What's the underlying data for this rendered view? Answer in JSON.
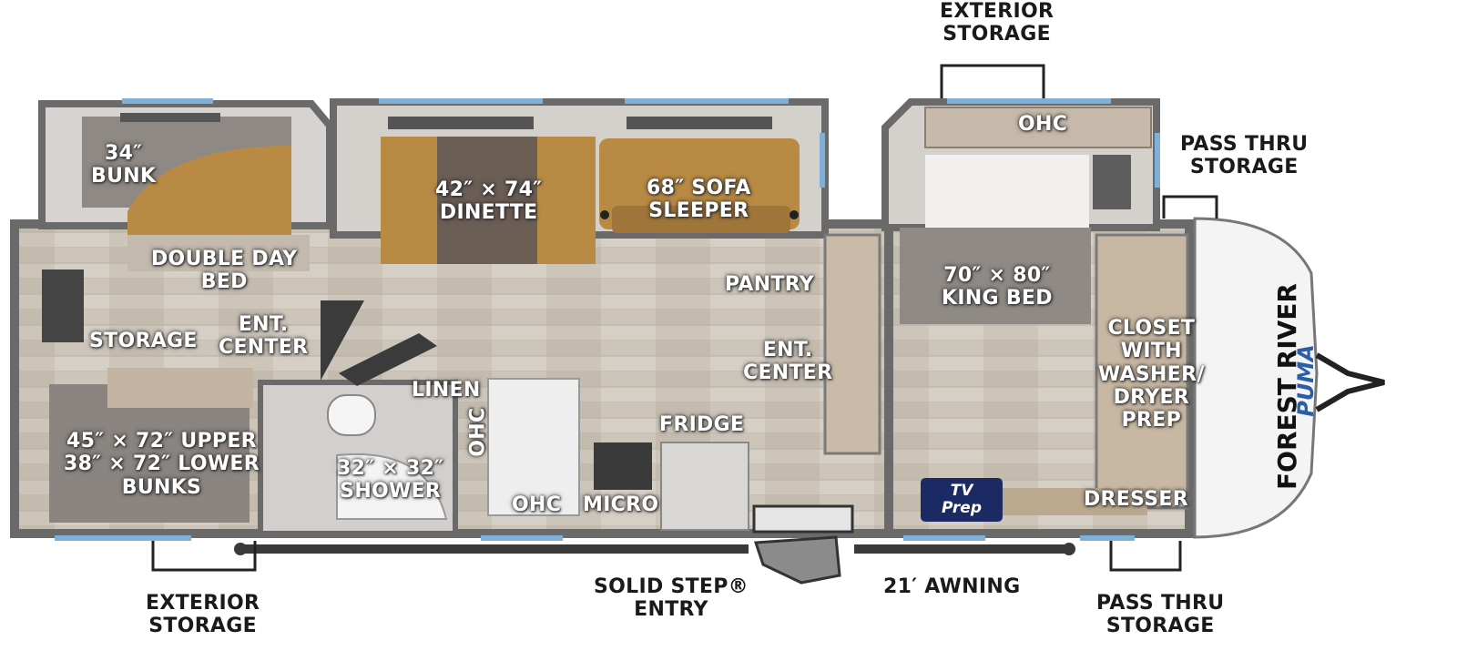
{
  "colors": {
    "wall": "#6e6e6e",
    "floor": "#cbc3b8",
    "wood": "#b88b45",
    "slide_gray": "#d7d4d1",
    "mattress": "#8f8a86",
    "window": "#7fb0da",
    "tv_prep": "#1b2a63"
  },
  "labels": {
    "ext_storage_top": "EXTERIOR\nSTORAGE",
    "ohc_top": "OHC",
    "pass_thru_top": "PASS THRU\nSTORAGE",
    "bunk_34": "34″\nBUNK",
    "dinette": "42″ × 74″\nDINETTE",
    "sofa": "68″ SOFA\nSLEEPER",
    "double_day_bed": "DOUBLE DAY\nBED",
    "king_bed": "70″ × 80″\nKING BED",
    "pantry": "PANTRY",
    "storage": "STORAGE",
    "ent_center_left": "ENT.\nCENTER",
    "closet": "CLOSET\nWITH\nWASHER/\nDRYER\nPREP",
    "linen": "LINEN",
    "ent_center_right": "ENT.\nCENTER",
    "ohc_kitchen_vertical": "OHC",
    "fridge": "FRIDGE",
    "bunks": "45″ × 72″ UPPER\n38″ × 72″ LOWER\nBUNKS",
    "shower": "32″ × 32″\nSHOWER",
    "ohc_kitchen": "OHC",
    "micro": "MICRO",
    "dresser": "DRESSER",
    "tv_prep_line1": "TV",
    "tv_prep_line2": "Prep",
    "ext_storage_bottom": "EXTERIOR\nSTORAGE",
    "solid_step": "SOLID STEP® \nENTRY",
    "awning": "21′ AWNING",
    "pass_thru_bottom": "PASS THRU\nSTORAGE"
  },
  "brand": {
    "maker": "FOREST RIVER",
    "model": "PUMA"
  }
}
